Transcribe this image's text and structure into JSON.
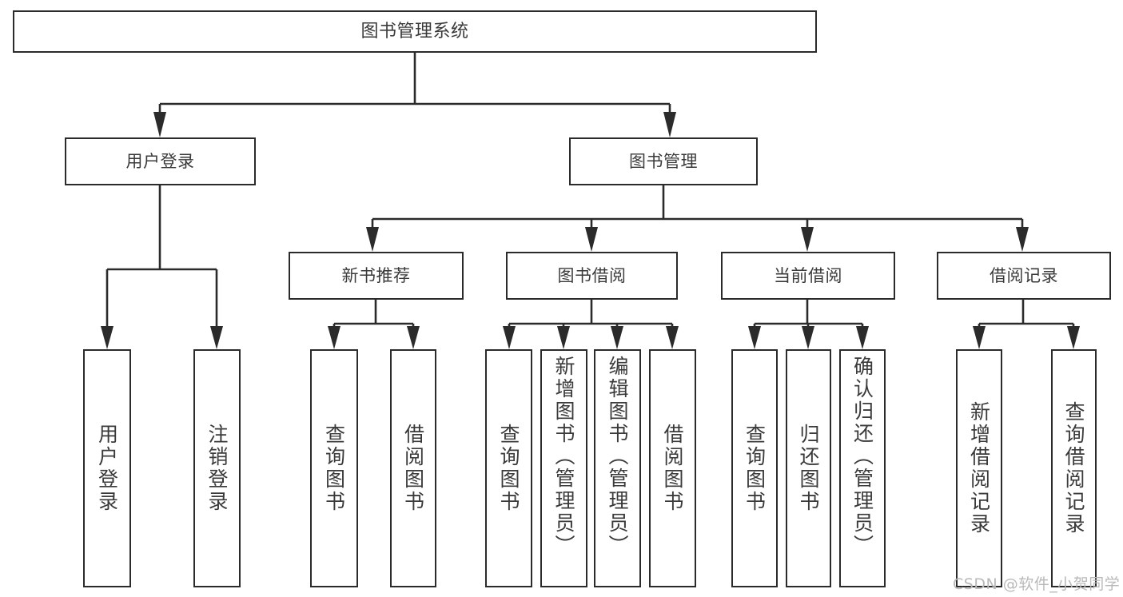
{
  "diagram": {
    "type": "tree-hierarchy-chart",
    "title": "图书管理系统",
    "line_color": "#2b2b2b",
    "text_color": "#3a3a3a",
    "background_color": "#ffffff",
    "levels": {
      "root": {
        "label": "图书管理系统"
      },
      "level2": [
        {
          "label": "用户登录"
        },
        {
          "label": "图书管理"
        }
      ],
      "level3": [
        {
          "label": "新书推荐",
          "parent": "图书管理"
        },
        {
          "label": "图书借阅",
          "parent": "图书管理"
        },
        {
          "label": "当前借阅",
          "parent": "图书管理"
        },
        {
          "label": "借阅记录",
          "parent": "图书管理"
        }
      ],
      "leaves": [
        {
          "label": "用户登录",
          "parent": "用户登录"
        },
        {
          "label": "注销登录",
          "parent": "用户登录"
        },
        {
          "label": "查询图书",
          "parent": "新书推荐"
        },
        {
          "label": "借阅图书",
          "parent": "新书推荐"
        },
        {
          "label": "查询图书",
          "parent": "图书借阅"
        },
        {
          "label": "新增图书（管理员）",
          "parent": "图书借阅"
        },
        {
          "label": "编辑图书（管理员）",
          "parent": "图书借阅"
        },
        {
          "label": "借阅图书",
          "parent": "图书借阅"
        },
        {
          "label": "查询图书",
          "parent": "当前借阅"
        },
        {
          "label": "归还图书",
          "parent": "当前借阅"
        },
        {
          "label": "确认归还（管理员）",
          "parent": "当前借阅"
        },
        {
          "label": "新增借阅记录",
          "parent": "借阅记录"
        },
        {
          "label": "查询借阅记录",
          "parent": "借阅记录"
        }
      ]
    }
  },
  "watermark": {
    "text": "CSDN @软件_小贺同学"
  }
}
